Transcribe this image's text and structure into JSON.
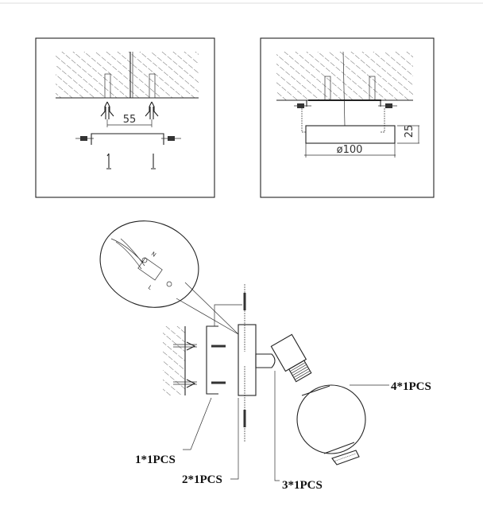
{
  "panel_spacing": {
    "dimension": "55"
  },
  "panel_size": {
    "diameter": "ø100",
    "height": "25"
  },
  "wiring_detail": {
    "terminal_n": "N",
    "terminal_l": "L"
  },
  "parts": [
    {
      "label": "1*1PCS"
    },
    {
      "label": "2*1PCS"
    },
    {
      "label": "3*1PCS"
    },
    {
      "label": "4*1PCS"
    }
  ]
}
